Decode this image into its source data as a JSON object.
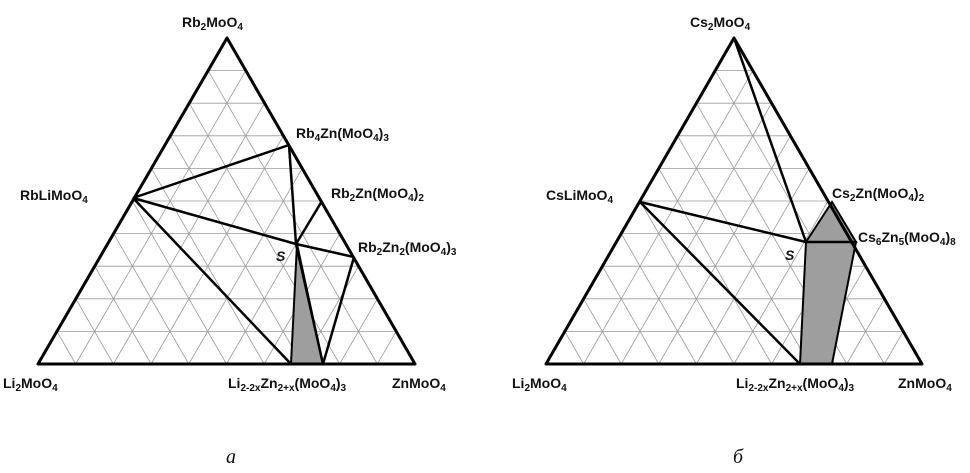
{
  "diagrams": [
    {
      "id": "a",
      "caption": "а",
      "vertices": {
        "top": {
          "base": "Rb",
          "sub1": "2",
          "rest": "MoO",
          "sub2": "4"
        },
        "left": {
          "base": "Li",
          "sub1": "2",
          "rest": "MoO",
          "sub2": "4"
        },
        "right": {
          "base": "ZnMoO",
          "sub1": "4",
          "rest": "",
          "sub2": ""
        }
      },
      "phases": [
        {
          "key": "rblimoo4",
          "parts": [
            [
              "RbLiMoO",
              ""
            ],
            [
              "4",
              "sub"
            ]
          ]
        },
        {
          "key": "rb4zn",
          "parts": [
            [
              "Rb",
              ""
            ],
            [
              "4",
              "sub"
            ],
            [
              "Zn(MoO",
              ""
            ],
            [
              "4",
              "sub"
            ],
            [
              ")",
              ""
            ],
            [
              "3",
              "sub"
            ]
          ]
        },
        {
          "key": "rb2zn",
          "parts": [
            [
              "Rb",
              ""
            ],
            [
              "2",
              "sub"
            ],
            [
              "Zn(MoO",
              ""
            ],
            [
              "4",
              "sub"
            ],
            [
              ")",
              ""
            ],
            [
              "2",
              "sub"
            ]
          ]
        },
        {
          "key": "rb2zn2",
          "parts": [
            [
              "Rb",
              ""
            ],
            [
              "2",
              "sub"
            ],
            [
              "Zn",
              ""
            ],
            [
              "2",
              "sub"
            ],
            [
              "(MoO",
              ""
            ],
            [
              "4",
              "sub"
            ],
            [
              ")",
              ""
            ],
            [
              "3",
              "sub"
            ]
          ]
        },
        {
          "key": "li2zn",
          "parts": [
            [
              "Li",
              ""
            ],
            [
              "2-2x",
              "sub"
            ],
            [
              "Zn",
              ""
            ],
            [
              "2+x",
              "sub"
            ],
            [
              "(MoO",
              ""
            ],
            [
              "4",
              "sub"
            ],
            [
              ")",
              ""
            ],
            [
              "3",
              "sub"
            ]
          ]
        }
      ],
      "point_label": "S"
    },
    {
      "id": "b",
      "caption": "б",
      "vertices": {
        "top": {
          "base": "Cs",
          "sub1": "2",
          "rest": "MoO",
          "sub2": "4"
        },
        "left": {
          "base": "Li",
          "sub1": "2",
          "rest": "MoO",
          "sub2": "4"
        },
        "right": {
          "base": "ZnMoO",
          "sub1": "4",
          "rest": "",
          "sub2": ""
        }
      },
      "phases": [
        {
          "key": "cslimoo4",
          "parts": [
            [
              "CsLiMoO",
              ""
            ],
            [
              "4",
              "sub"
            ]
          ]
        },
        {
          "key": "cs2zn",
          "parts": [
            [
              "Cs",
              ""
            ],
            [
              "2",
              "sub"
            ],
            [
              "Zn(MoO",
              ""
            ],
            [
              "4",
              "sub"
            ],
            [
              ")",
              ""
            ],
            [
              "2",
              "sub"
            ]
          ]
        },
        {
          "key": "cs6zn5",
          "parts": [
            [
              "Cs",
              ""
            ],
            [
              "6",
              "sub"
            ],
            [
              "Zn",
              ""
            ],
            [
              "5",
              "sub"
            ],
            [
              "(MoO",
              ""
            ],
            [
              "4",
              "sub"
            ],
            [
              ")",
              ""
            ],
            [
              "8",
              "sub"
            ]
          ]
        },
        {
          "key": "li2zn",
          "parts": [
            [
              "Li",
              ""
            ],
            [
              "2-2x",
              "sub"
            ],
            [
              "Zn",
              ""
            ],
            [
              "2+x",
              "sub"
            ],
            [
              "(MoO",
              ""
            ],
            [
              "4",
              "sub"
            ],
            [
              ")",
              ""
            ],
            [
              "3",
              "sub"
            ]
          ]
        }
      ],
      "point_label": "S"
    }
  ],
  "colors": {
    "shaded_field": "#9e9e9e",
    "grid": "#9a9a9a",
    "lines": "#000000"
  }
}
